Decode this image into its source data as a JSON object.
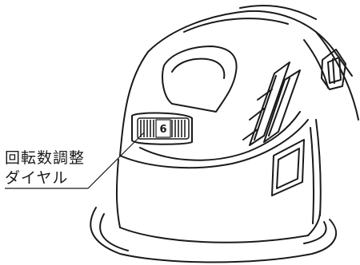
{
  "callout": {
    "line1": "回転数調整",
    "line2": "ダイヤル"
  },
  "dial": {
    "value": "6"
  },
  "colors": {
    "stroke": "#1a1a1a",
    "background": "#ffffff",
    "hatch": "#222222"
  }
}
